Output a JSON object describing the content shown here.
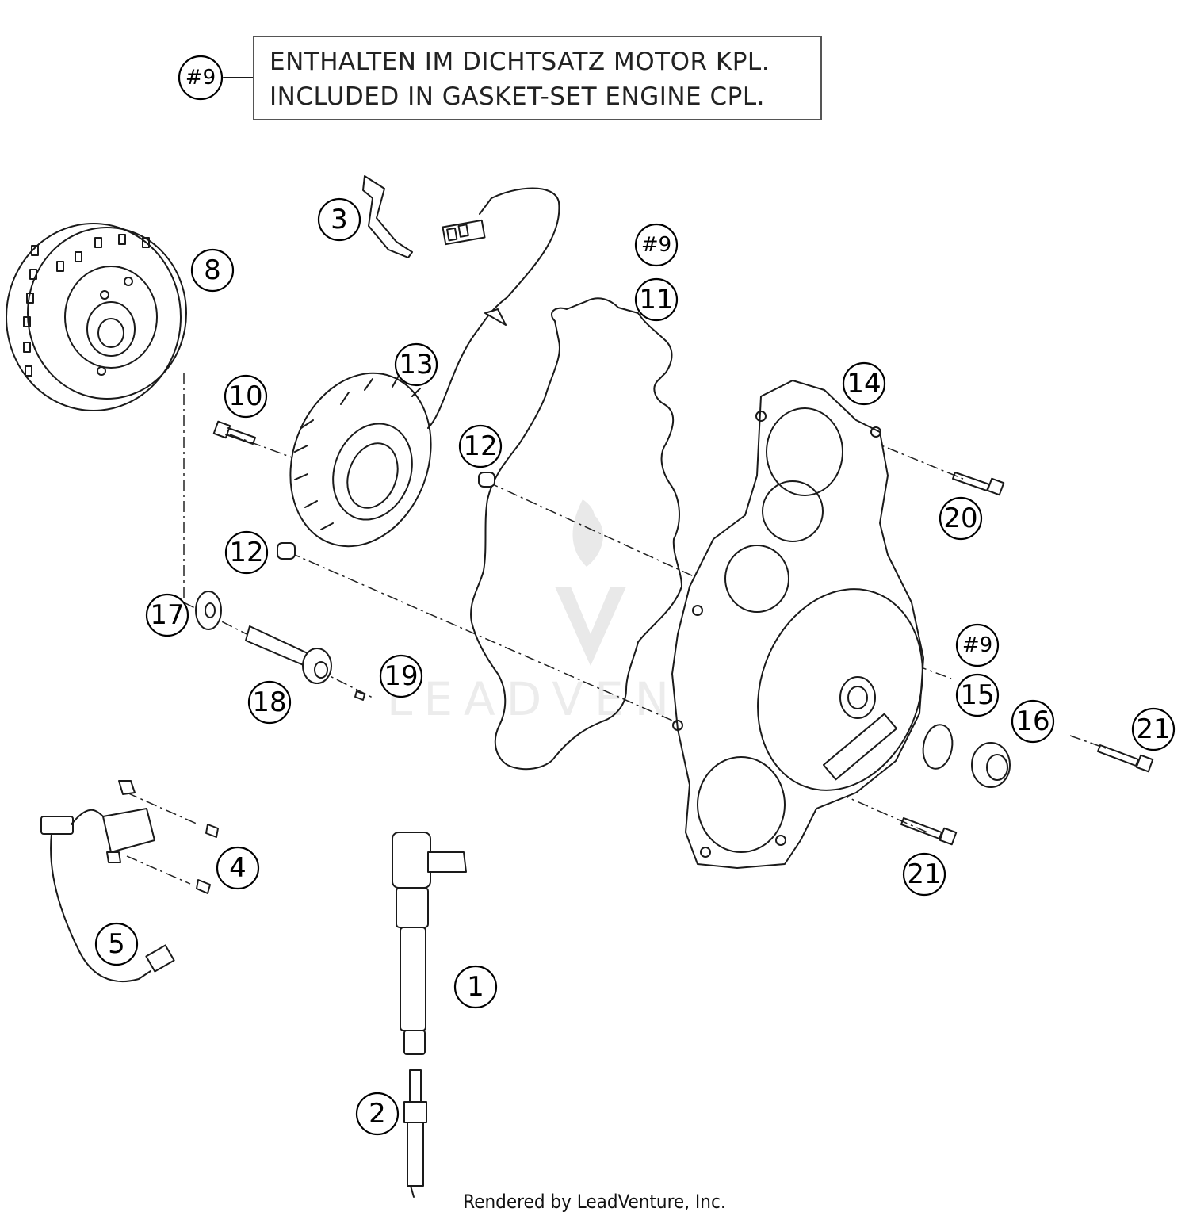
{
  "legend": {
    "marker": "#9",
    "line1": "ENTHALTEN IM DICHTSATZ MOTOR KPL.",
    "line2": "INCLUDED IN GASKET-SET ENGINE CPL."
  },
  "callouts": {
    "c1": "1",
    "c2": "2",
    "c3": "3",
    "c4": "4",
    "c5": "5",
    "c8": "8",
    "c9a": "#9",
    "c9b": "#9",
    "c10": "10",
    "c11": "11",
    "c12a": "12",
    "c12b": "12",
    "c13": "13",
    "c14": "14",
    "c15": "15",
    "c16": "16",
    "c17": "17",
    "c18": "18",
    "c19": "19",
    "c20": "20",
    "c21a": "21",
    "c21b": "21"
  },
  "watermark": "LEADVENTURE",
  "footer": "Rendered by LeadVenture, Inc.",
  "colors": {
    "line": "#1a1a1a",
    "watermark": "#e9e9e9",
    "background": "#ffffff"
  }
}
